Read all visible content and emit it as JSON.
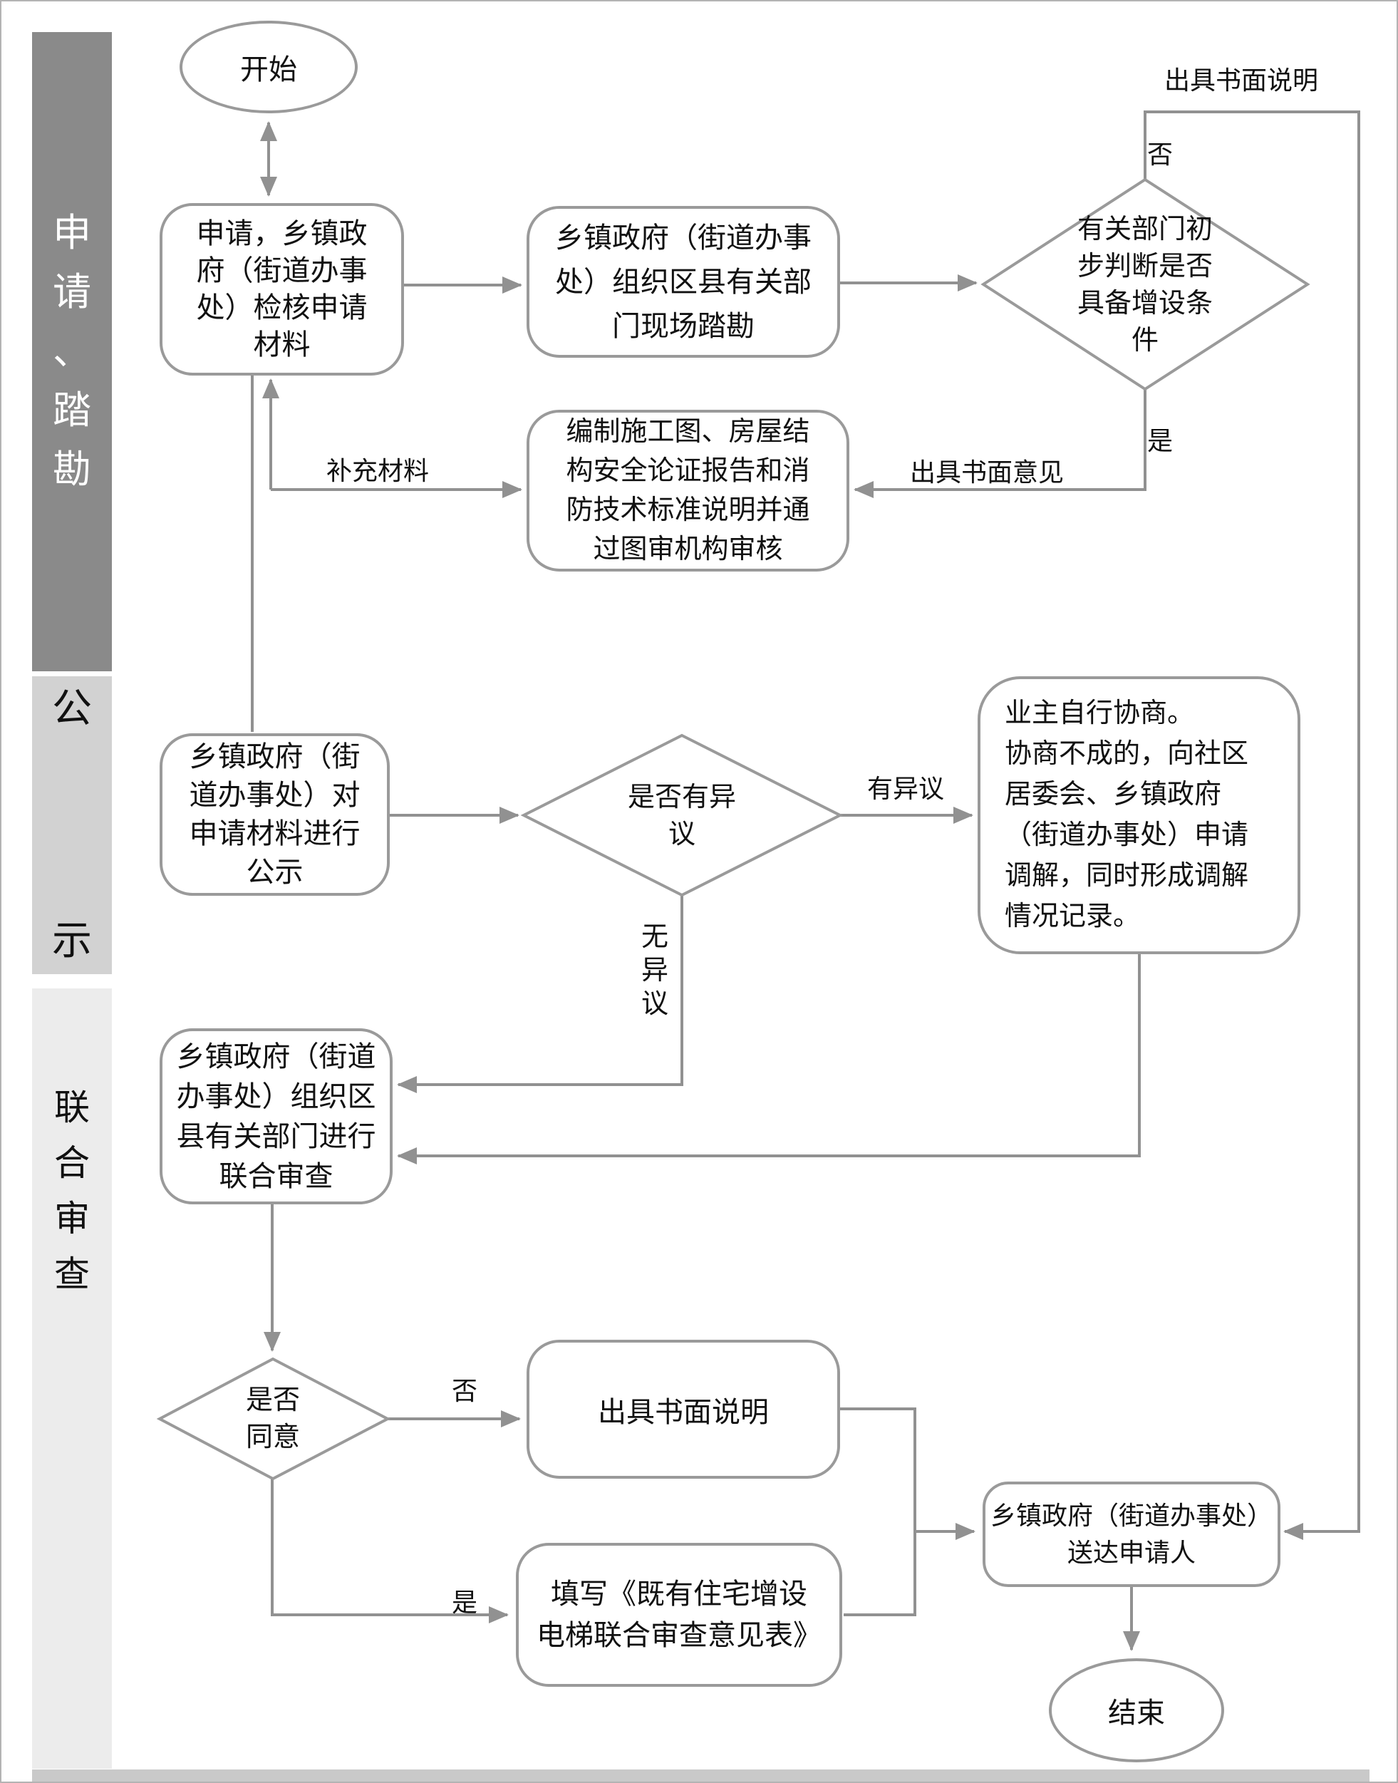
{
  "title": "既有住宅增设电梯审批流程图",
  "colors": {
    "line": "#919191",
    "node_border": "#9a9a9a",
    "sidebar_dark": "#8a8a8a",
    "sidebar_mid": "#d2d2d2",
    "sidebar_light": "#ececec",
    "bottom_band": "#c9c9c9",
    "text": "#111111",
    "sidebar_dark_text": "#ffffff"
  },
  "sidebar": {
    "sections": [
      {
        "label": "申\n请\n、\n踏\n勘"
      },
      {
        "label": "公\n\n示"
      },
      {
        "label": "联\n合\n审\n查"
      }
    ]
  },
  "nodes": {
    "start": "开始",
    "apply": "申请，乡镇政\n府（街道办事\n处）检核申请\n材料",
    "survey": "乡镇政府（街道办事\n处）组织区县有关部\n门现场踏勘",
    "condition": "有关部门初\n步判断是否\n具备增设条\n件",
    "prepare": "编制施工图、房屋结\n构安全论证报告和消\n防技术标准说明并通\n过图审机构审核",
    "publicity": "乡镇政府（街\n道办事处）对\n申请材料进行\n公示",
    "objection": "是否有异\n议",
    "negotiate": "业主自行协商。\n协商不成的，向社区\n居委会、乡镇政府\n（街道办事处）申请\n调解，同时形成调解\n情况记录。",
    "joint": "乡镇政府（街道\n办事处）组织区\n县有关部门进行\n联合审查",
    "agree": "是否\n同意",
    "written": "出具书面说明",
    "fill": "填写《既有住宅增设\n电梯联合审查意见表》",
    "deliver": "乡镇政府（街道办事处）\n送达申请人",
    "end": "结束"
  },
  "edge_labels": {
    "written_statement_top": "出具书面说明",
    "no_top": "否",
    "yes_right": "是",
    "written_opinion": "出具书面意见",
    "supplement": "补充材料",
    "has_objection": "有异议",
    "no_objection": "无\n异\n议",
    "no_bottom": "否",
    "yes_bottom": "是"
  }
}
